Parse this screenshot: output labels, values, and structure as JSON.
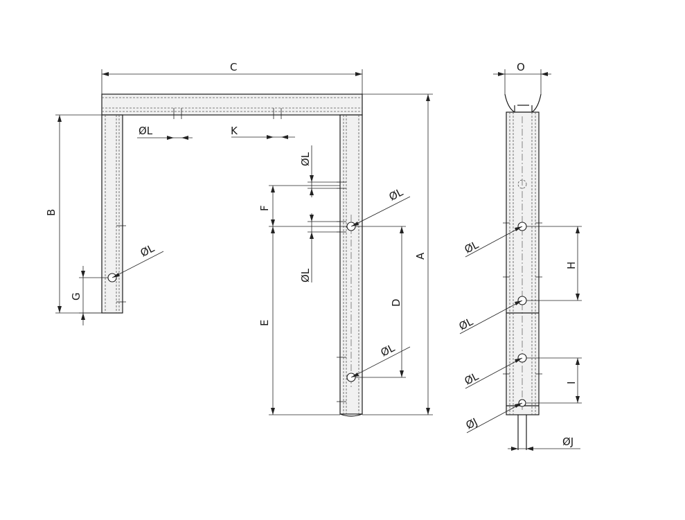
{
  "labels": {
    "A": "A",
    "B": "B",
    "C": "C",
    "D": "D",
    "E": "E",
    "F": "F",
    "G": "G",
    "H": "H",
    "I": "I",
    "K": "K",
    "O": "O",
    "diaL": "ØL",
    "diaJ": "ØJ"
  }
}
